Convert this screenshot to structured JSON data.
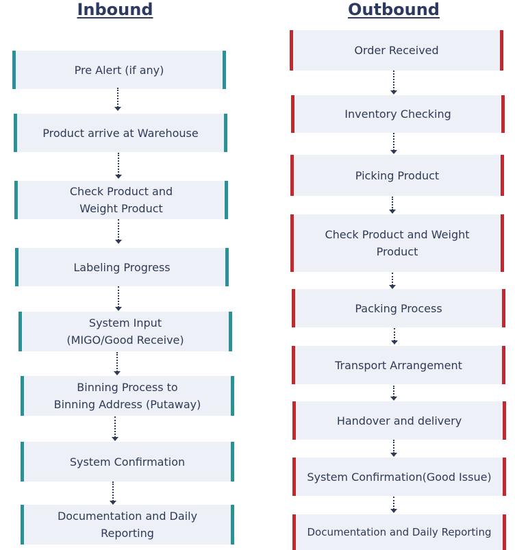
{
  "inbound": {
    "title": "Inbound",
    "steps": [
      "Pre Alert (if any)",
      "Product arrive at Warehouse",
      "Check Product and\nWeight Product",
      "Labeling Progress",
      "System Input\n(MIGO/Good Receive)",
      "Binning Process to\nBinning Address (Putaway)",
      "System Confirmation",
      "Documentation and Daily\nReporting"
    ],
    "accent_color": "#2a9196"
  },
  "outbound": {
    "title": "Outbound",
    "steps": [
      "Order Received",
      "Inventory Checking",
      "Picking Product",
      "Check Product and Weight\nProduct",
      "Packing Process",
      "Transport Arrangement",
      "Handover and delivery",
      "System Confirmation(Good Issue)",
      "Documentation and Daily Reporting"
    ],
    "accent_color": "#be2a2e"
  },
  "box_fill": "#edf1f7",
  "text_color": "#2f3a56"
}
